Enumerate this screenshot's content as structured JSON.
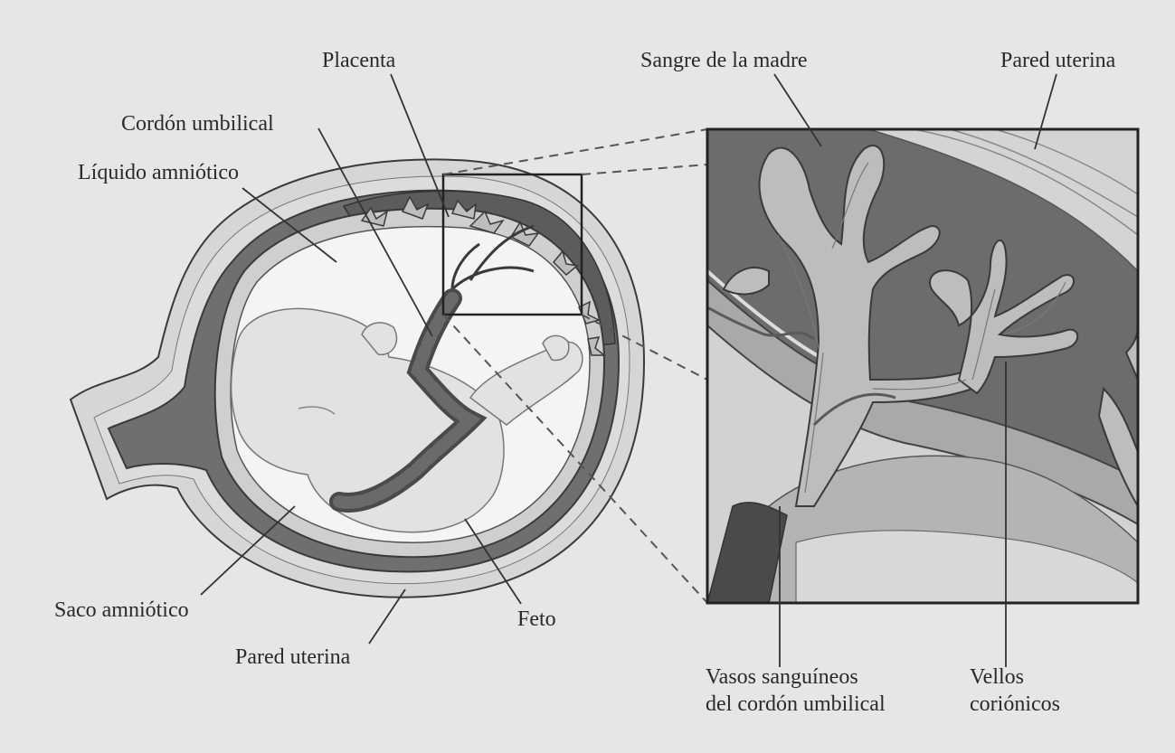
{
  "labels": {
    "placenta": "Placenta",
    "cordon_umbilical": "Cordón umbilical",
    "liquido_amniotico": "Líquido amniótico",
    "saco_amniotico": "Saco amniótico",
    "pared_uterina_left": "Pared uterina",
    "feto": "Feto",
    "sangre_madre": "Sangre de la madre",
    "pared_uterina_right": "Pared uterina",
    "vasos_line1": "Vasos sanguíneos",
    "vasos_line2": "del cordón umbilical",
    "vellos_line1": "Vellos",
    "vellos_line2": "coriónicos"
  },
  "colors": {
    "background": "#e6e6e4",
    "dark_tissue": "#6e6e6e",
    "mid_tissue": "#a9a9a9",
    "light_tissue": "#d2d2d0",
    "fluid": "#f4f4f2",
    "line": "#333333"
  }
}
